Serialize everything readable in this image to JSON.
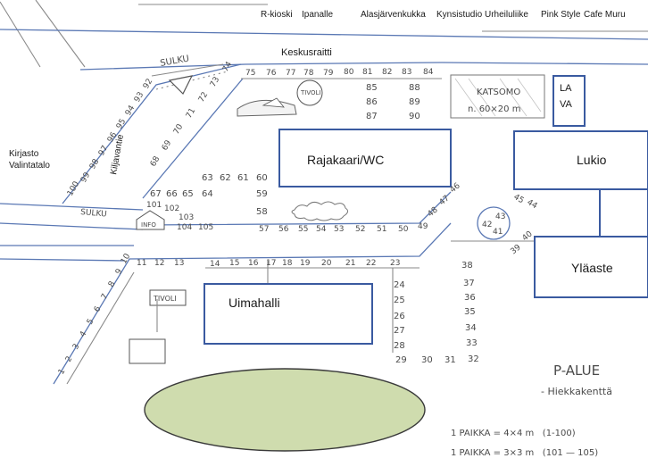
{
  "colors": {
    "blue_outline": "#3a5aa0",
    "pond_fill": "#cfdcae",
    "pond_stroke": "#3a3a3a",
    "pencil": "#8a8a8a"
  },
  "top_shops": {
    "rkioski": "R-kioski",
    "ipanalle": "Ipanalle",
    "alasjarvenkukka": "Alasjärvenkukka",
    "kynsistudio": "Kynsistudio",
    "urheiluliike": "Urheiluliike",
    "pinkstyle": "Pink Style",
    "cafemuru": "Cafe Muru"
  },
  "streets": {
    "keskusraitti": "Keskusraitti",
    "kiljavantie": "Kiljavantie",
    "sulku_top": "SULKU",
    "sulku_left": "SULKU"
  },
  "places": {
    "kirjasto_line1": "Kirjasto",
    "kirjasto_line2": "Valintatalo",
    "tivoli_top": "TIVOLI",
    "tivoli_bottom": "TIVOLI",
    "info": "INFO",
    "katsomo_line1": "KATSOMO",
    "katsomo_line2": "n. 60×20 m",
    "lava_line1": "LA",
    "lava_line2": "VA"
  },
  "buildings": {
    "rajakaari": "Rajakaari/WC",
    "lukio": "Lukio",
    "ylaaste": "Yläaste",
    "uimahalli": "Uimahalli"
  },
  "spots": {
    "top_row": [
      "75",
      "76",
      "77",
      "78",
      "79",
      "80",
      "81",
      "82",
      "83",
      "84"
    ],
    "col_a": [
      "85",
      "86",
      "87"
    ],
    "col_b": [
      "88",
      "89",
      "90"
    ],
    "left_diag_top": [
      "74",
      "73",
      "72",
      "71",
      "70",
      "69",
      "68"
    ],
    "left_diag_second": [
      "92",
      "93",
      "94",
      "95",
      "96",
      "97",
      "98",
      "99",
      "100"
    ],
    "mid_block_a": [
      "63",
      "62",
      "61",
      "60"
    ],
    "mid_block_b": [
      "67",
      "66",
      "65",
      "64"
    ],
    "mid_block_c": [
      "59",
      "58"
    ],
    "bottom_mid_row": [
      "57",
      "56",
      "55",
      "54",
      "53",
      "52",
      "51",
      "50",
      "49"
    ],
    "right_diag": [
      "46",
      "47",
      "48"
    ],
    "circle_spots": [
      "42",
      "43",
      "41"
    ],
    "near_lukio": [
      "45",
      "44"
    ],
    "near_ylaaste": [
      "40",
      "39"
    ],
    "info_nums": [
      "101",
      "102",
      "103",
      "104",
      "105"
    ],
    "lower_row": [
      "11",
      "12",
      "13",
      "14",
      "15",
      "16",
      "17",
      "18",
      "19",
      "20",
      "21",
      "22",
      "23"
    ],
    "left_diag_bottom": [
      "1",
      "2",
      "3",
      "4",
      "5",
      "6",
      "7",
      "8",
      "9",
      "10"
    ],
    "col_c": [
      "24",
      "25",
      "26",
      "27",
      "28"
    ],
    "col_d": [
      "38",
      "37",
      "36",
      "35",
      "34",
      "33"
    ],
    "bottom_row": [
      "29",
      "30",
      "31",
      "32"
    ]
  },
  "legend": {
    "p_alue": "P-ALUE",
    "hiekkakentta": "- Hiekkakenttä",
    "rule1": "1 PAIKKA = 4×4 m   (1-100)",
    "rule2": "1 PAIKKA = 3×3 m   (101 — 105)"
  }
}
